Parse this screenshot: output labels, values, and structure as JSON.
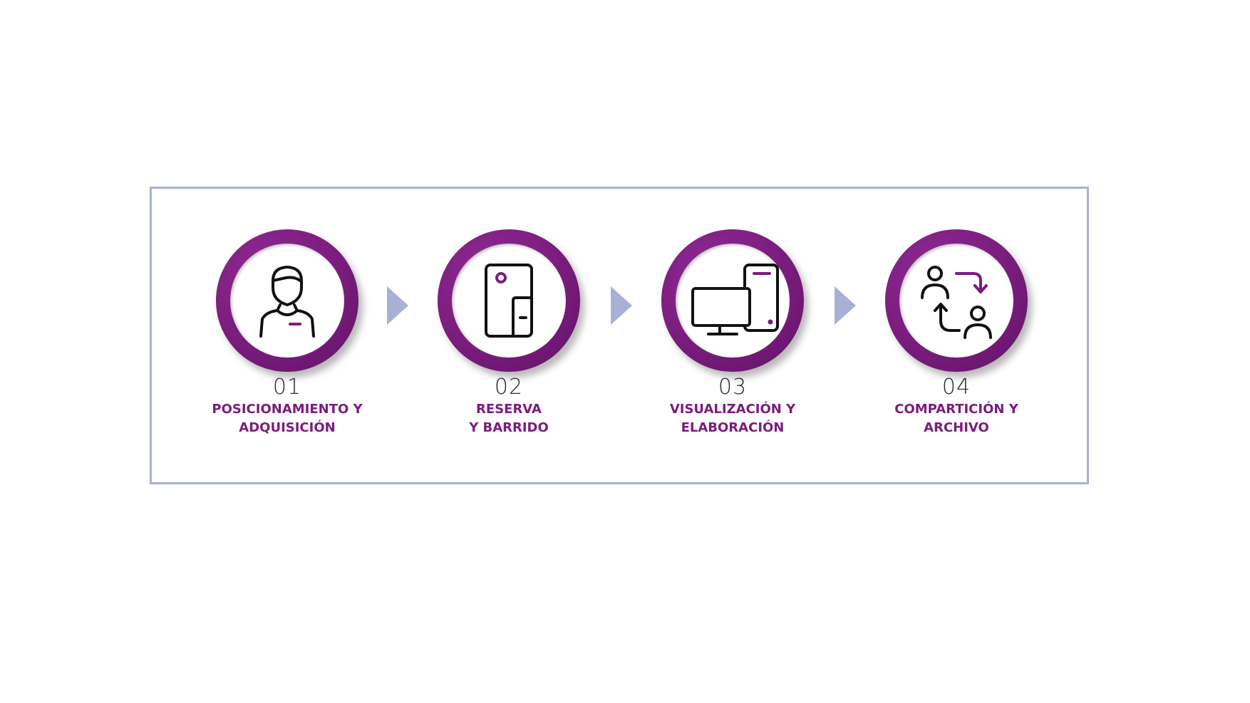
{
  "diagram": {
    "border_color": "#a9b0d6",
    "accent_color": "#7a1c7e",
    "steps": [
      {
        "number": "01",
        "label": "POSICIONAMIENTO Y\nADQUISICIÓN",
        "icon": "person-icon"
      },
      {
        "number": "02",
        "label": "RESERVA\nY BARRIDO",
        "icon": "scanner-device-icon"
      },
      {
        "number": "03",
        "label": "VISUALIZACIÓN Y\nELABORACIÓN",
        "icon": "monitor-and-tablet-icon"
      },
      {
        "number": "04",
        "label": "COMPARTICIÓN Y\nARCHIVO",
        "icon": "user-exchange-icon"
      }
    ]
  }
}
